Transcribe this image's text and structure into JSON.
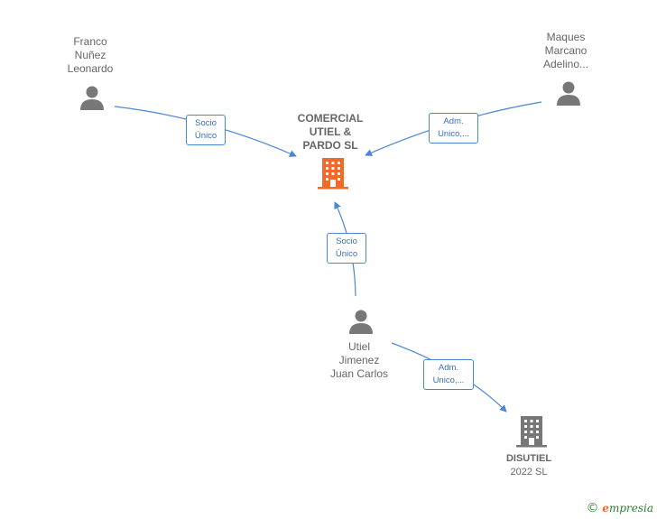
{
  "nodes": {
    "franco": {
      "lines": [
        "Franco",
        "Nuñez",
        "Leonardo"
      ]
    },
    "maques": {
      "lines": [
        "Maques",
        "Marcano",
        "Adelino..."
      ]
    },
    "comercial": {
      "lines": [
        "COMERCIAL",
        "UTIEL &",
        "PARDO  SL"
      ]
    },
    "utiel": {
      "lines": [
        "Utiel",
        "Jimenez",
        "Juan Carlos"
      ]
    },
    "disutiel": {
      "lines": [
        "DISUTIEL",
        "2022  SL"
      ]
    }
  },
  "edges": {
    "franco_comercial": [
      "Socio",
      "Único"
    ],
    "maques_comercial": [
      "Adm.",
      "Unico,..."
    ],
    "utiel_comercial": [
      "Socio",
      "Único"
    ],
    "utiel_disutiel": [
      "Adm.",
      "Unico,..."
    ]
  },
  "brand": {
    "copyright": "©",
    "initial": "e",
    "rest": "mpresia"
  },
  "colors": {
    "edge": "#4a86d4",
    "person": "#777777",
    "main_company": "#f26a2b",
    "company": "#777777"
  }
}
